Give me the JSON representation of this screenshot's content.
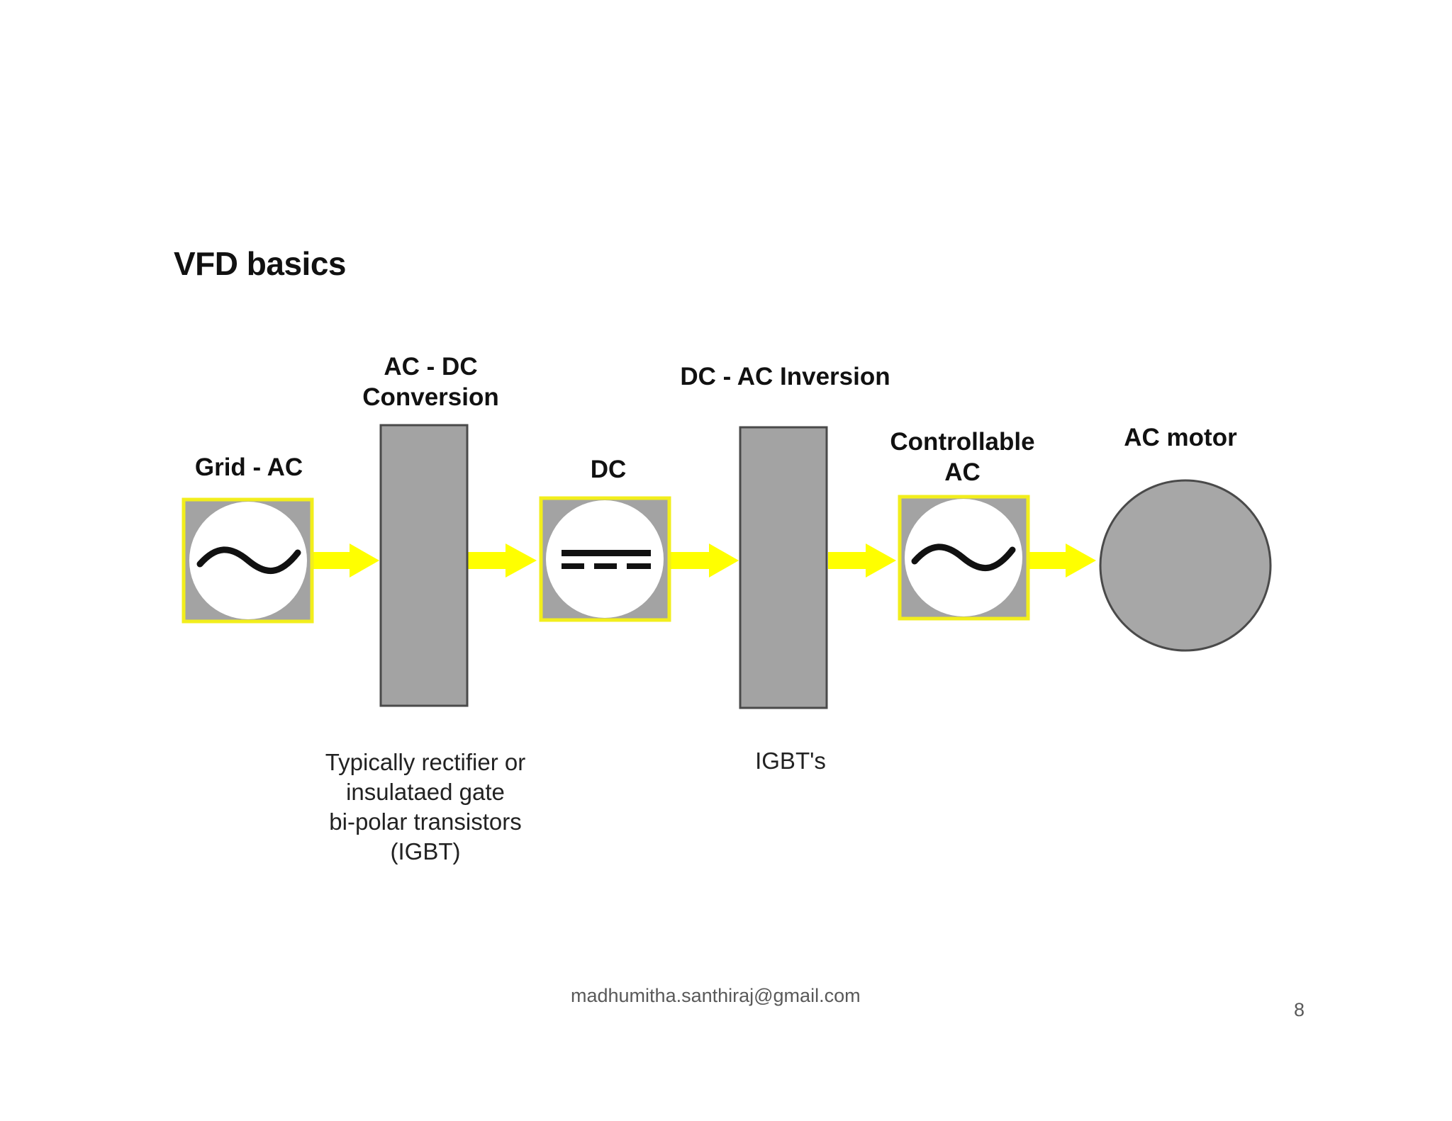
{
  "slide": {
    "title": "VFD basics",
    "labels": {
      "grid_ac": "Grid - AC",
      "ac_dc_line1": "AC - DC",
      "ac_dc_line2": "Conversion",
      "dc": "DC",
      "dc_ac": "DC - AC Inversion",
      "controllable_line1": "Controllable",
      "controllable_line2": "AC",
      "ac_motor": "AC motor"
    },
    "notes": {
      "rectifier_lines": [
        "Typically rectifier or",
        "insulataed gate",
        "bi-polar transistors",
        "(IGBT)"
      ],
      "igbt": "IGBT's"
    },
    "footer": {
      "email": "madhumitha.santhiraj@gmail.com",
      "page_number": "8"
    }
  },
  "colors": {
    "arrow_yellow": "#ffff00",
    "box_border_yellow": "#f2ee1c",
    "block_gray": "#a3a3a3",
    "motor_gray": "#a7a7a7",
    "outline": "#4a4a4a"
  },
  "icons": {
    "grid_ac": "sine-wave-icon",
    "dc": "dc-symbol-icon",
    "controllable_ac": "sine-wave-icon",
    "motor": "motor-circle"
  }
}
